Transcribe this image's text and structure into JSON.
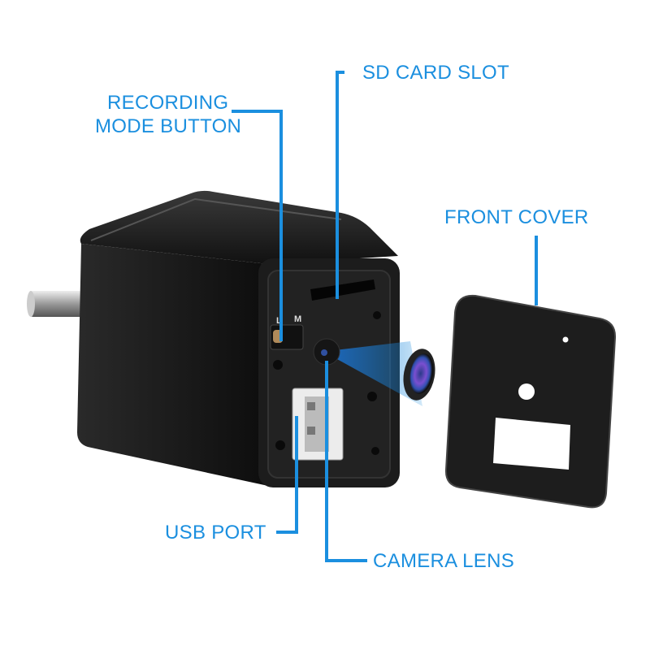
{
  "labels": {
    "sd_card_slot": "SD CARD SLOT",
    "recording_mode_line1": "RECORDING",
    "recording_mode_line2": "MODE BUTTON",
    "front_cover": "FRONT COVER",
    "usb_port": "USB PORT",
    "camera_lens": "CAMERA LENS"
  },
  "switch_marks": {
    "left": "L",
    "right": "M"
  },
  "colors": {
    "accent": "#1b8fdf",
    "body": "#1a1a1a"
  }
}
